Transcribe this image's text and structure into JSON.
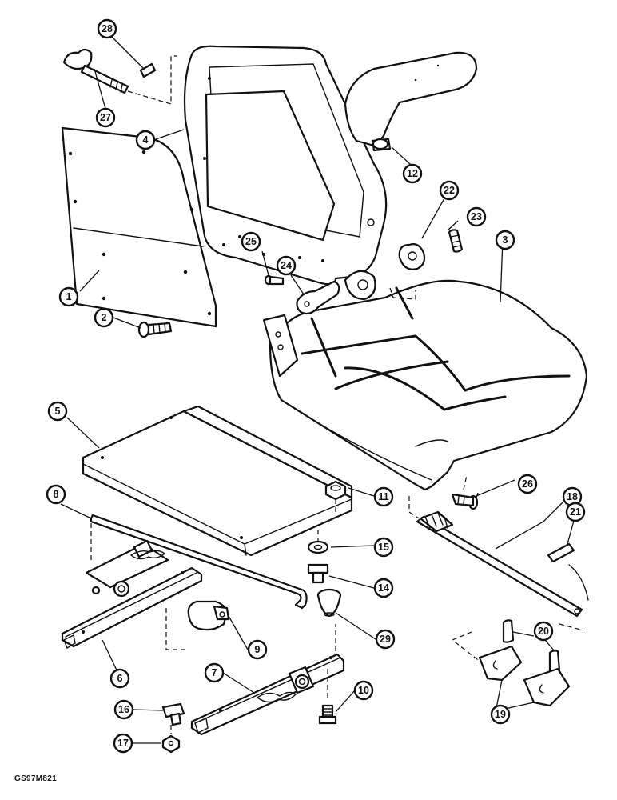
{
  "drawing_code": "GS97M821",
  "callouts": {
    "c1": "1",
    "c2": "2",
    "c3": "3",
    "c4": "4",
    "c5": "5",
    "c6": "6",
    "c7": "7",
    "c8": "8",
    "c9": "9",
    "c10": "10",
    "c11": "11",
    "c12": "12",
    "c14": "14",
    "c15": "15",
    "c16": "16",
    "c17": "17",
    "c18": "18",
    "c19": "19",
    "c20": "20",
    "c21": "21",
    "c22": "22",
    "c23": "23",
    "c24": "24",
    "c25": "25",
    "c26": "26",
    "c27": "27",
    "c28": "28",
    "c29": "29"
  }
}
